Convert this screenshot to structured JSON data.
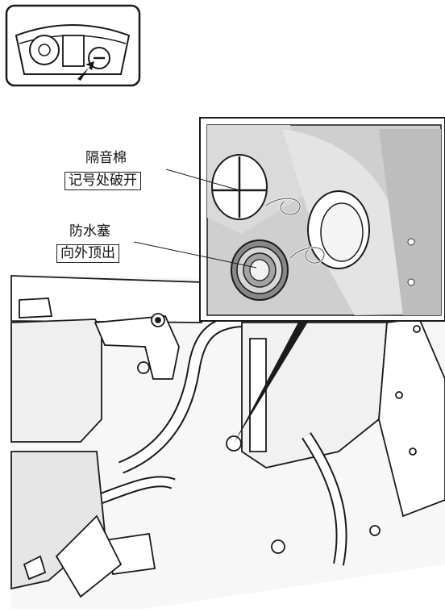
{
  "callouts": {
    "insulation": {
      "name": "隔音棉",
      "instruction": "记号处破开"
    },
    "plug": {
      "name": "防水塞",
      "instruction": "向外顶出"
    }
  },
  "icons": {
    "locator": "dashboard-location-icon",
    "insulation_mark": "cross-mark-icon",
    "plug": "rubber-plug-icon"
  },
  "colors": {
    "line": "#1a1a1a",
    "inset_bg": "#cfcfcf",
    "metal": "#e9e9e9"
  }
}
